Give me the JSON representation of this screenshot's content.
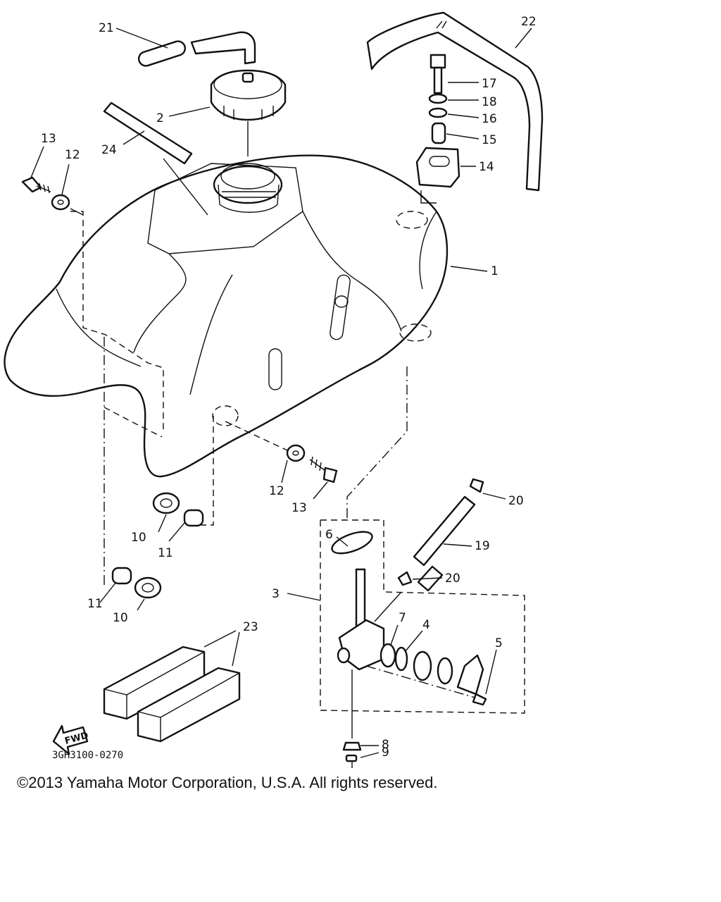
{
  "diagram_code": "3GH3100-0270",
  "fwd_label": "FWD",
  "copyright": "©2013 Yamaha Motor Corporation, U.S.A. All rights reserved.",
  "callouts": [
    "1",
    "2",
    "3",
    "4",
    "5",
    "6",
    "7",
    "8",
    "9",
    "10",
    "10",
    "11",
    "11",
    "12",
    "12",
    "13",
    "13",
    "14",
    "15",
    "16",
    "17",
    "18",
    "19",
    "20",
    "20",
    "21",
    "22",
    "23",
    "24"
  ]
}
